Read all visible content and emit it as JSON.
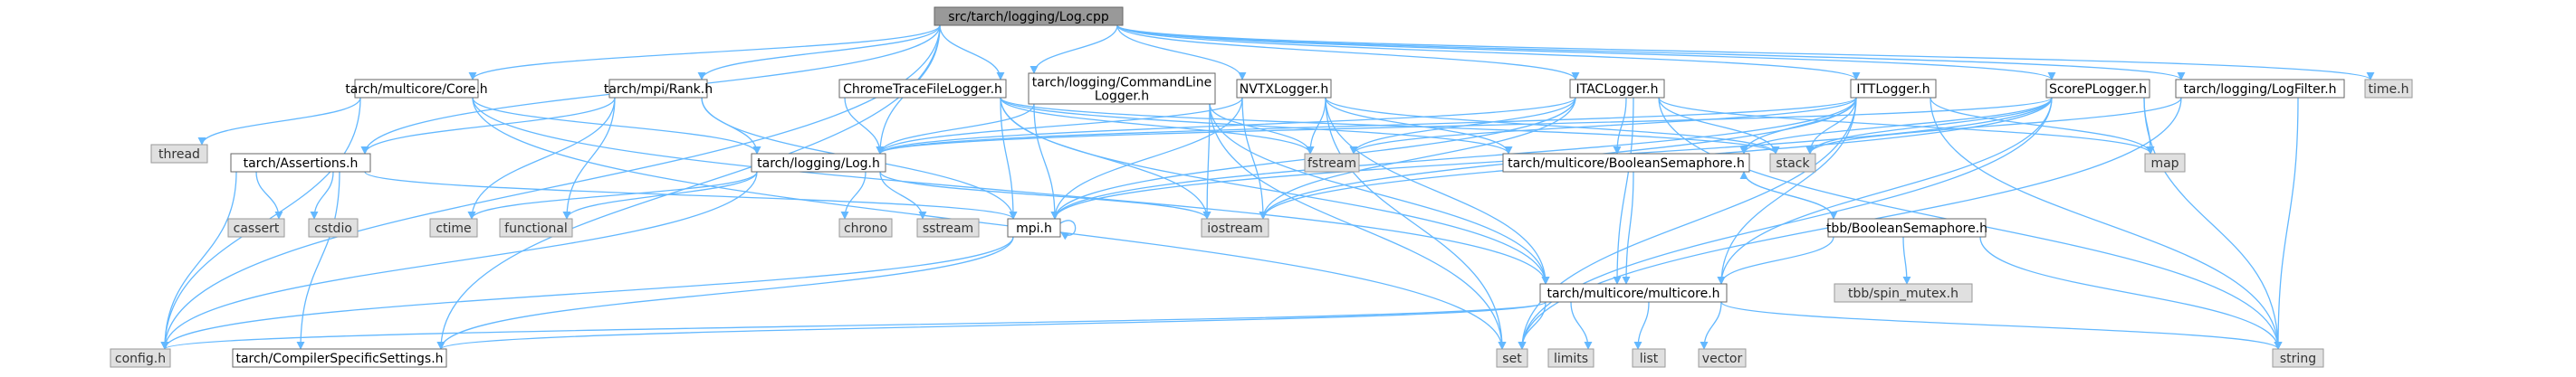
{
  "colors": {
    "edge": "#63b8ff",
    "root_fill": "#999999",
    "system_fill": "#e0e0e0",
    "file_fill": "#ffffff",
    "border": "#666666"
  },
  "nodes": [
    {
      "id": "root",
      "kind": "root",
      "lines": [
        "src/tarch/logging/Log.cpp"
      ]
    },
    {
      "id": "core",
      "kind": "file",
      "lines": [
        "tarch/multicore/Core.h"
      ]
    },
    {
      "id": "rank",
      "kind": "file",
      "lines": [
        "tarch/mpi/Rank.h"
      ]
    },
    {
      "id": "chrome",
      "kind": "file",
      "lines": [
        "ChromeTraceFileLogger.h"
      ]
    },
    {
      "id": "cmdline",
      "kind": "file",
      "lines": [
        "tarch/logging/CommandLine",
        "Logger.h"
      ]
    },
    {
      "id": "nvtx",
      "kind": "file",
      "lines": [
        "NVTXLogger.h"
      ]
    },
    {
      "id": "itac",
      "kind": "file",
      "lines": [
        "ITACLogger.h"
      ]
    },
    {
      "id": "itt",
      "kind": "file",
      "lines": [
        "ITTLogger.h"
      ]
    },
    {
      "id": "scorep",
      "kind": "file",
      "lines": [
        "ScorePLogger.h"
      ]
    },
    {
      "id": "logfilter",
      "kind": "file",
      "lines": [
        "tarch/logging/LogFilter.h"
      ]
    },
    {
      "id": "time",
      "kind": "sys",
      "lines": [
        "time.h"
      ]
    },
    {
      "id": "thread",
      "kind": "sys",
      "lines": [
        "thread"
      ]
    },
    {
      "id": "assertions",
      "kind": "file",
      "lines": [
        "tarch/Assertions.h"
      ]
    },
    {
      "id": "logh",
      "kind": "file",
      "lines": [
        "tarch/logging/Log.h"
      ]
    },
    {
      "id": "fstream",
      "kind": "sys",
      "lines": [
        "fstream"
      ]
    },
    {
      "id": "boolsem",
      "kind": "file",
      "lines": [
        "tarch/multicore/BooleanSemaphore.h"
      ]
    },
    {
      "id": "stack",
      "kind": "sys",
      "lines": [
        "stack"
      ]
    },
    {
      "id": "map",
      "kind": "sys",
      "lines": [
        "map"
      ]
    },
    {
      "id": "cassert",
      "kind": "sys",
      "lines": [
        "cassert"
      ]
    },
    {
      "id": "cstdio",
      "kind": "sys",
      "lines": [
        "cstdio"
      ]
    },
    {
      "id": "ctime",
      "kind": "sys",
      "lines": [
        "ctime"
      ]
    },
    {
      "id": "functional",
      "kind": "sys",
      "lines": [
        "functional"
      ]
    },
    {
      "id": "chrono",
      "kind": "sys",
      "lines": [
        "chrono"
      ]
    },
    {
      "id": "sstream",
      "kind": "sys",
      "lines": [
        "sstream"
      ]
    },
    {
      "id": "mpih",
      "kind": "file",
      "lines": [
        "mpi.h"
      ]
    },
    {
      "id": "iostream",
      "kind": "sys",
      "lines": [
        "iostream"
      ]
    },
    {
      "id": "tbbsem",
      "kind": "file",
      "lines": [
        "tbb/BooleanSemaphore.h"
      ]
    },
    {
      "id": "tbbspin",
      "kind": "sys",
      "lines": [
        "tbb/spin_mutex.h"
      ]
    },
    {
      "id": "multicore",
      "kind": "file",
      "lines": [
        "tarch/multicore/multicore.h"
      ]
    },
    {
      "id": "config",
      "kind": "sys",
      "lines": [
        "config.h"
      ]
    },
    {
      "id": "compiler",
      "kind": "file",
      "lines": [
        "tarch/CompilerSpecificSettings.h"
      ]
    },
    {
      "id": "set",
      "kind": "sys",
      "lines": [
        "set"
      ]
    },
    {
      "id": "limits",
      "kind": "sys",
      "lines": [
        "limits"
      ]
    },
    {
      "id": "list",
      "kind": "sys",
      "lines": [
        "list"
      ]
    },
    {
      "id": "vector",
      "kind": "sys",
      "lines": [
        "vector"
      ]
    },
    {
      "id": "string",
      "kind": "sys",
      "lines": [
        "string"
      ]
    }
  ],
  "edges": [
    [
      "root",
      "core"
    ],
    [
      "root",
      "rank"
    ],
    [
      "root",
      "chrome"
    ],
    [
      "root",
      "cmdline"
    ],
    [
      "root",
      "nvtx"
    ],
    [
      "root",
      "itac"
    ],
    [
      "root",
      "itt"
    ],
    [
      "root",
      "scorep"
    ],
    [
      "root",
      "logfilter"
    ],
    [
      "root",
      "time"
    ],
    [
      "root",
      "assertions"
    ],
    [
      "root",
      "logh"
    ],
    [
      "root",
      "config"
    ],
    [
      "root",
      "compiler"
    ],
    [
      "core",
      "thread"
    ],
    [
      "core",
      "logh"
    ],
    [
      "core",
      "config"
    ],
    [
      "core",
      "multicore"
    ],
    [
      "core",
      "set"
    ],
    [
      "rank",
      "assertions"
    ],
    [
      "rank",
      "logh"
    ],
    [
      "rank",
      "ctime"
    ],
    [
      "rank",
      "functional"
    ],
    [
      "rank",
      "mpih"
    ],
    [
      "chrome",
      "logh"
    ],
    [
      "chrome",
      "fstream"
    ],
    [
      "chrome",
      "boolsem"
    ],
    [
      "chrome",
      "stack"
    ],
    [
      "chrome",
      "mpih"
    ],
    [
      "chrome",
      "iostream"
    ],
    [
      "chrome",
      "multicore"
    ],
    [
      "cmdline",
      "logh"
    ],
    [
      "cmdline",
      "fstream"
    ],
    [
      "cmdline",
      "mpih"
    ],
    [
      "cmdline",
      "iostream"
    ],
    [
      "cmdline",
      "multicore"
    ],
    [
      "cmdline",
      "set"
    ],
    [
      "nvtx",
      "logh"
    ],
    [
      "nvtx",
      "fstream"
    ],
    [
      "nvtx",
      "boolsem"
    ],
    [
      "nvtx",
      "stack"
    ],
    [
      "nvtx",
      "mpih"
    ],
    [
      "nvtx",
      "iostream"
    ],
    [
      "nvtx",
      "multicore"
    ],
    [
      "nvtx",
      "set"
    ],
    [
      "itac",
      "logh"
    ],
    [
      "itac",
      "fstream"
    ],
    [
      "itac",
      "boolsem"
    ],
    [
      "itac",
      "stack"
    ],
    [
      "itac",
      "mpih"
    ],
    [
      "itac",
      "iostream"
    ],
    [
      "itac",
      "map"
    ],
    [
      "itac",
      "string"
    ],
    [
      "itac",
      "multicore"
    ],
    [
      "itt",
      "logh"
    ],
    [
      "itt",
      "fstream"
    ],
    [
      "itt",
      "boolsem"
    ],
    [
      "itt",
      "stack"
    ],
    [
      "itt",
      "map"
    ],
    [
      "itt",
      "mpih"
    ],
    [
      "itt",
      "iostream"
    ],
    [
      "itt",
      "set"
    ],
    [
      "itt",
      "string"
    ],
    [
      "itt",
      "multicore"
    ],
    [
      "scorep",
      "logh"
    ],
    [
      "scorep",
      "boolsem"
    ],
    [
      "scorep",
      "stack"
    ],
    [
      "scorep",
      "map"
    ],
    [
      "scorep",
      "mpih"
    ],
    [
      "scorep",
      "iostream"
    ],
    [
      "scorep",
      "set"
    ],
    [
      "scorep",
      "string"
    ],
    [
      "scorep",
      "multicore"
    ],
    [
      "logfilter",
      "stack"
    ],
    [
      "logfilter",
      "set"
    ],
    [
      "logfilter",
      "string"
    ],
    [
      "assertions",
      "cassert"
    ],
    [
      "assertions",
      "cstdio"
    ],
    [
      "assertions",
      "mpih"
    ],
    [
      "assertions",
      "config"
    ],
    [
      "assertions",
      "compiler"
    ],
    [
      "logh",
      "ctime"
    ],
    [
      "logh",
      "functional"
    ],
    [
      "logh",
      "chrono"
    ],
    [
      "logh",
      "sstream"
    ],
    [
      "logh",
      "iostream"
    ],
    [
      "logh",
      "config"
    ],
    [
      "boolsem",
      "multicore"
    ],
    [
      "boolsem",
      "tbbsem"
    ],
    [
      "tbbsem",
      "boolsem"
    ],
    [
      "tbbsem",
      "tbbspin"
    ],
    [
      "tbbsem",
      "multicore"
    ],
    [
      "tbbsem",
      "string"
    ],
    [
      "mpih",
      "mpih"
    ],
    [
      "mpih",
      "config"
    ],
    [
      "mpih",
      "compiler"
    ],
    [
      "multicore",
      "config"
    ],
    [
      "multicore",
      "compiler"
    ],
    [
      "multicore",
      "set"
    ],
    [
      "multicore",
      "limits"
    ],
    [
      "multicore",
      "list"
    ],
    [
      "multicore",
      "vector"
    ],
    [
      "multicore",
      "string"
    ]
  ]
}
